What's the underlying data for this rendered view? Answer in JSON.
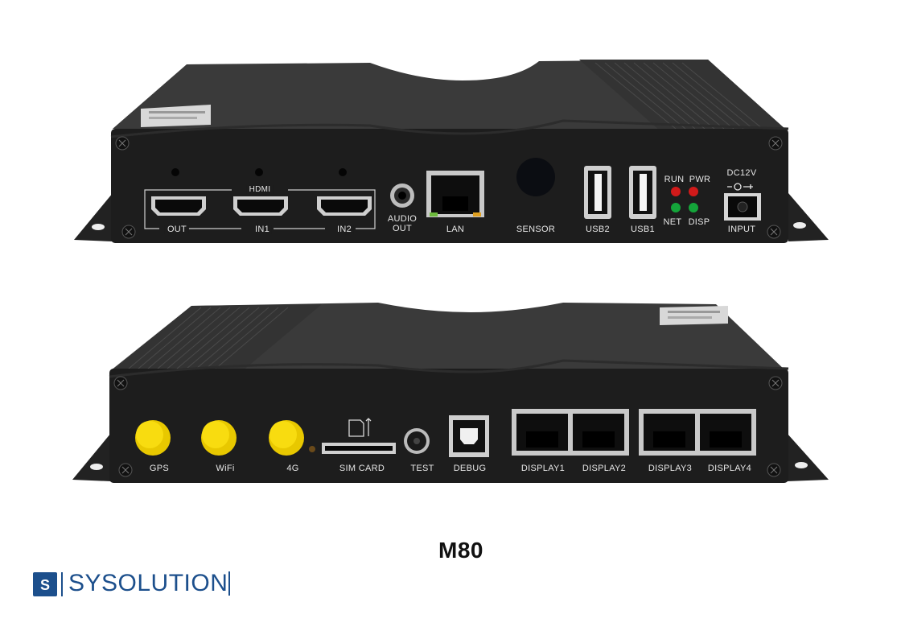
{
  "front_panel": {
    "hdmi_group": "HDMI",
    "hdmi_out": "OUT",
    "hdmi_in1": "IN1",
    "hdmi_in2": "IN2",
    "audio_out_line1": "AUDIO",
    "audio_out_line2": "OUT",
    "lan": "LAN",
    "sensor": "SENSOR",
    "usb2": "USB2",
    "usb1": "USB1",
    "led_run": "RUN",
    "led_pwr": "PWR",
    "led_net": "NET",
    "led_disp": "DISP",
    "dc_rating": "DC12V",
    "input": "INPUT"
  },
  "back_panel": {
    "gps": "GPS",
    "wifi": "WiFi",
    "4g": "4G",
    "sim_card": "SIM CARD",
    "test": "TEST",
    "debug": "DEBUG",
    "display1": "DISPLAY1",
    "display2": "DISPLAY2",
    "display3": "DISPLAY3",
    "display4": "DISPLAY4"
  },
  "model": "M80",
  "brand": {
    "name": "SYSOLUTION",
    "logo_icon": "sysolution-logo-icon"
  },
  "colors": {
    "chassis": "#1d1d1d",
    "chassis_top": "#3a3a3a",
    "antenna": "#f2d000",
    "led_red": "#d11a1a",
    "led_green": "#14a53a",
    "brand": "#1c4f8c"
  }
}
